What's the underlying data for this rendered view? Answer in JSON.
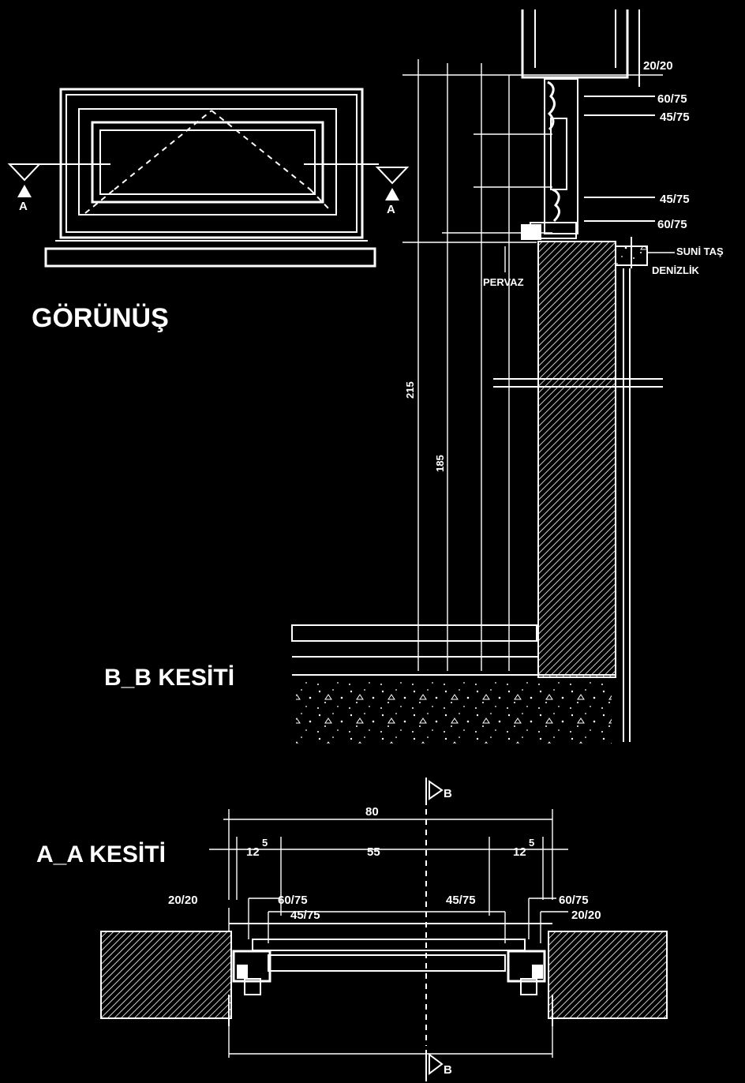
{
  "titles": {
    "view": "GÖRÜNÜŞ",
    "section_bb": "B_B KESİTİ",
    "section_aa": "A_A KESİTİ"
  },
  "section_markers": {
    "a_left": "A",
    "a_right": "A",
    "b_top": "B",
    "b_bottom": "B"
  },
  "bb_section_labels": {
    "dim_top": "20/20",
    "sash_top_outer": "60/75",
    "sash_top_inner": "45/75",
    "sash_bottom_inner": "45/75",
    "sash_bottom_outer": "60/75",
    "artificial_stone": "SUNİ TAŞ",
    "sill": "DENİZLİK",
    "trim": "PERVAZ",
    "height_outer": "215",
    "height_inner": "185"
  },
  "aa_section_labels": {
    "total_width": "80",
    "left_margin": "12",
    "left_margin_sup": "5",
    "center_width": "55",
    "right_margin": "12",
    "right_margin_sup": "5",
    "left_frame": "20/20",
    "left_sash_outer": "60/75",
    "left_sash_inner": "45/75",
    "right_sash_inner": "45/75",
    "right_sash_outer": "60/75",
    "right_frame": "20/20"
  },
  "colors": {
    "background": "#000000",
    "ink": "#ffffff"
  }
}
